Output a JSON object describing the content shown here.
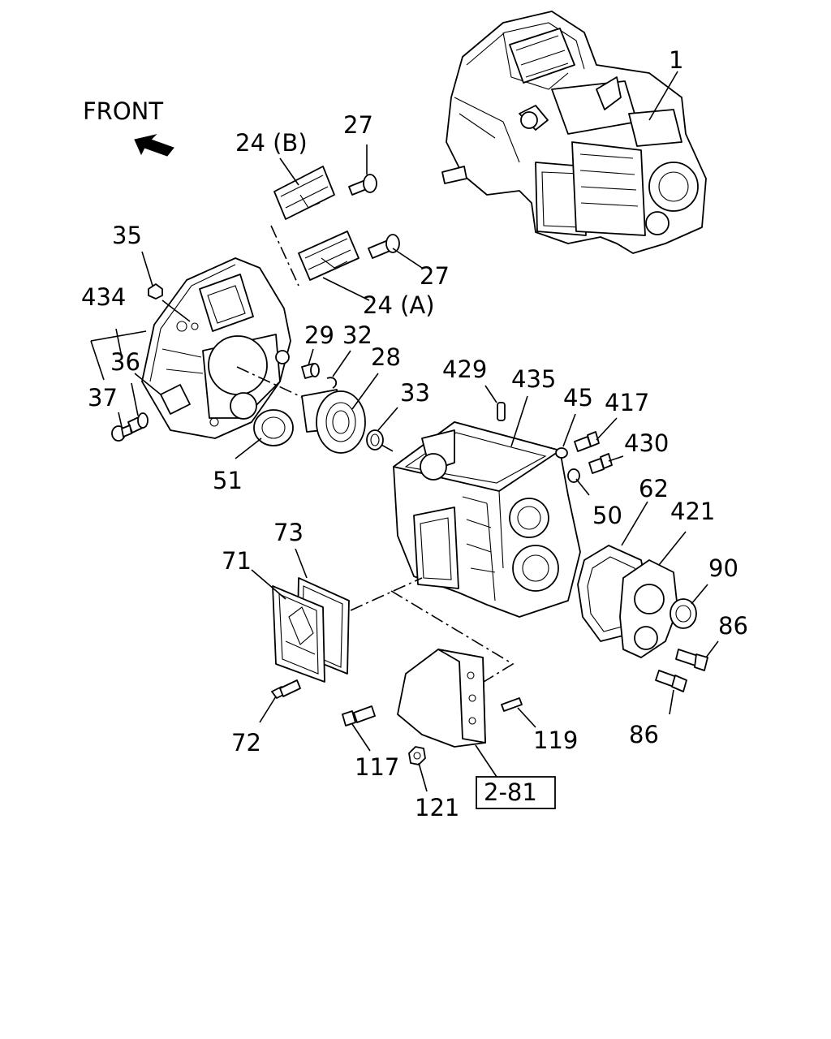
{
  "diagram": {
    "front_label": "FRONT",
    "reference_box": "2-81",
    "callouts": {
      "c1": "1",
      "c24b": "24 (B)",
      "c27a": "27",
      "c27b": "27",
      "c24a": "24 (A)",
      "c35": "35",
      "c434": "434",
      "c36": "36",
      "c37": "37",
      "c29": "29",
      "c32": "32",
      "c28": "28",
      "c33": "33",
      "c51": "51",
      "c429": "429",
      "c435": "435",
      "c45": "45",
      "c417": "417",
      "c430": "430",
      "c50": "50",
      "c62": "62",
      "c421": "421",
      "c90": "90",
      "c86a": "86",
      "c86b": "86",
      "c73": "73",
      "c71": "71",
      "c72": "72",
      "c117": "117",
      "c119": "119",
      "c121": "121"
    },
    "colors": {
      "ink": "#000000",
      "paper": "#ffffff"
    }
  }
}
